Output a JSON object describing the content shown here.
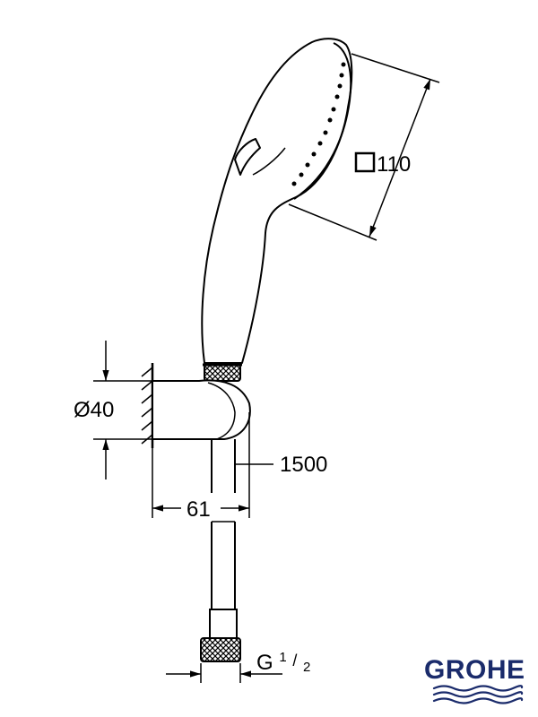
{
  "dimensions": {
    "head_size": "110",
    "head_size_symbol": "square",
    "bracket_diameter": "Ø40",
    "hose_length": "1500",
    "bracket_depth": "61",
    "thread": {
      "base": "G",
      "numerator": "1",
      "slash": "/",
      "denominator": "2"
    }
  },
  "brand": {
    "name": "GROHE",
    "color": "#1a2b6b"
  }
}
